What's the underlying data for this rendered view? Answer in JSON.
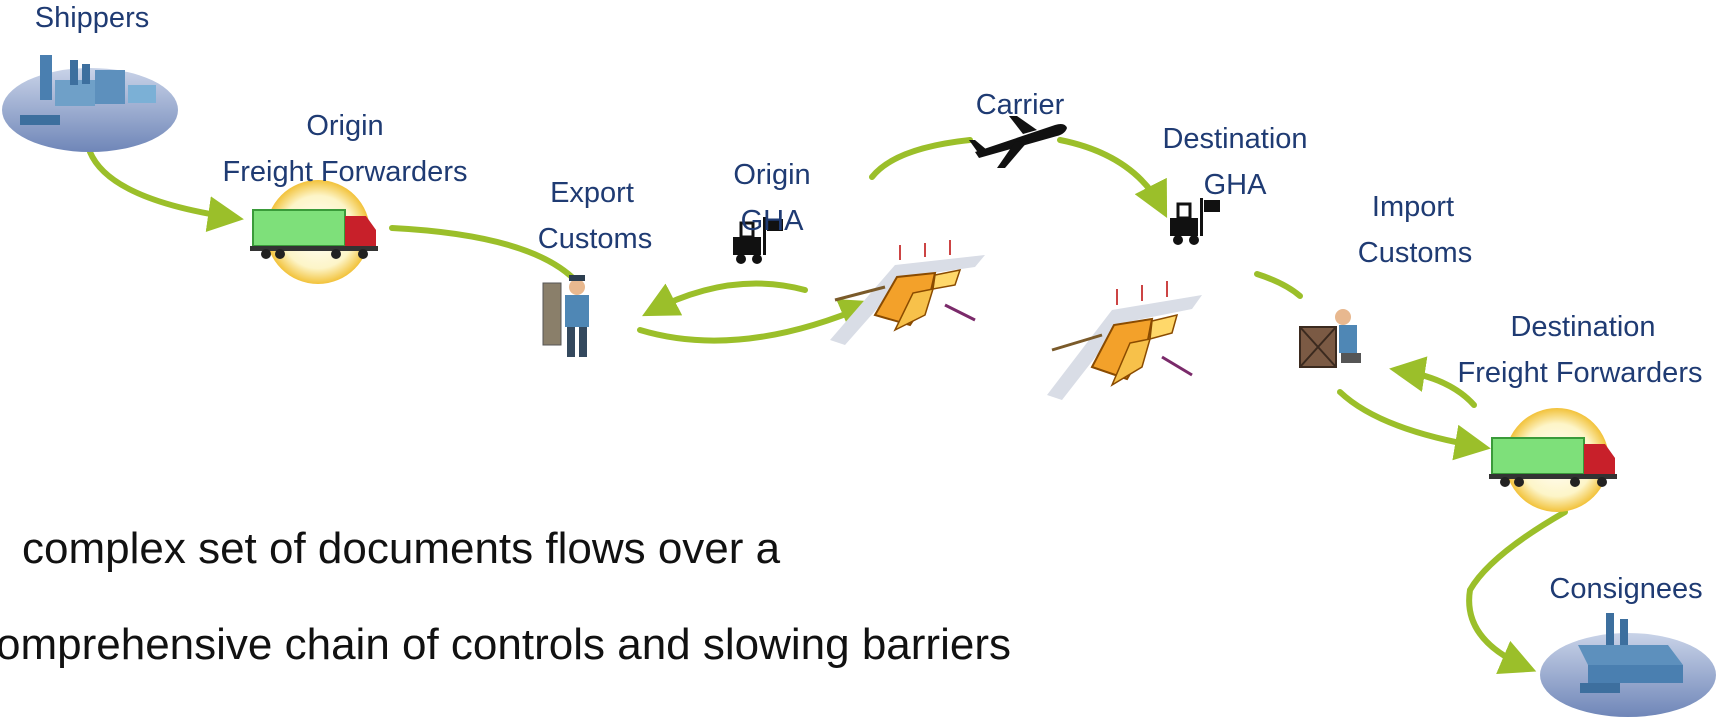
{
  "nodes": {
    "shippers": {
      "label": "Shippers"
    },
    "origin_freight_forwarders": {
      "line1": "Origin",
      "line2": "Freight Forwarders"
    },
    "export_customs": {
      "line1": "Export",
      "line2": "Customs"
    },
    "origin_gha": {
      "line1": "Origin",
      "line2": "GHA"
    },
    "carrier": {
      "label": "Carrier"
    },
    "destination_gha": {
      "line1": "Destination",
      "line2": "GHA"
    },
    "import_customs": {
      "line1": "Import",
      "line2": "Customs"
    },
    "destination_freight_forwarders": {
      "line1": "Destination",
      "line2": "Freight Forwarders"
    },
    "consignees": {
      "label": "Consignees"
    }
  },
  "caption": {
    "line1": "complex set of documents flows over a",
    "line2": "omprehensive chain of controls and slowing barriers"
  },
  "colors": {
    "label": "#1f3b73",
    "arrow": "#9bbf2a",
    "text": "#111111"
  }
}
